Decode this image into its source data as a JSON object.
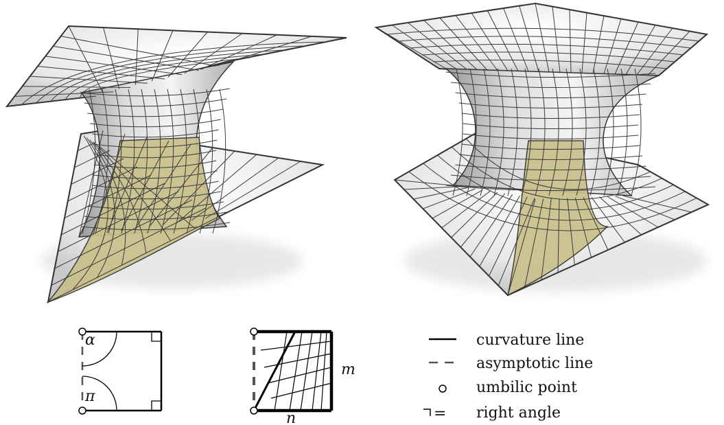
{
  "diagram": {
    "surfaces": [
      {
        "name": "triangular-saddle-surface",
        "faces": 3
      },
      {
        "name": "square-saddle-surface",
        "faces": 4
      }
    ],
    "highlight_color": "#c9c08a",
    "mesh_color": "#3a3a3a",
    "patch_left": {
      "angle_top": "α",
      "angle_bottom": "π"
    },
    "patch_right": {
      "side_label_right": "m",
      "side_label_bottom": "n"
    },
    "legend": {
      "items": [
        {
          "symbol": "solid-line",
          "label": "curvature line"
        },
        {
          "symbol": "dashed-line",
          "label": "asymptotic line"
        },
        {
          "symbol": "circle",
          "label": "umbilic point"
        },
        {
          "symbol": "corner",
          "label": "right angle"
        }
      ],
      "equals": "="
    }
  }
}
